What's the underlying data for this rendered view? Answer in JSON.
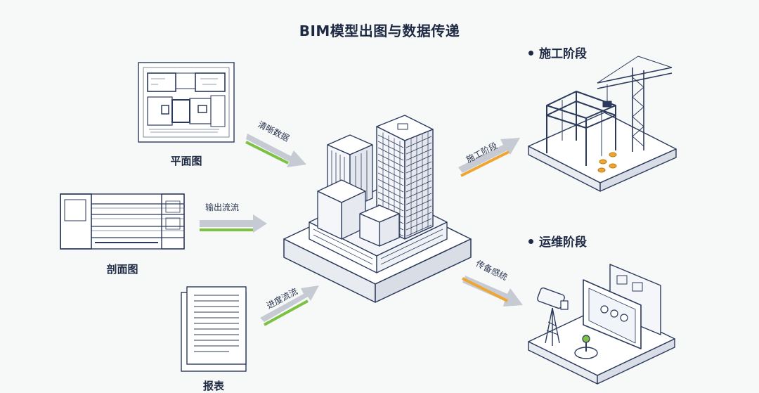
{
  "title": "BIM模型出图与数据传递",
  "inputs": {
    "plan_label": "平面图",
    "section_label": "剖面图",
    "report_label": "报表"
  },
  "arrows": {
    "a1": "清晰数据",
    "a2": "输出流流",
    "a3": "进度流流",
    "a4": "施工阶段",
    "a5": "传备感统"
  },
  "stages": {
    "construction": "施工阶段",
    "operation": "运维阶段"
  },
  "colors": {
    "line": "#2b3a5c",
    "arrow_gray": "#c6cbd3",
    "green": "#7cc242",
    "orange": "#f0a531",
    "bg": "#f7f8f8"
  }
}
